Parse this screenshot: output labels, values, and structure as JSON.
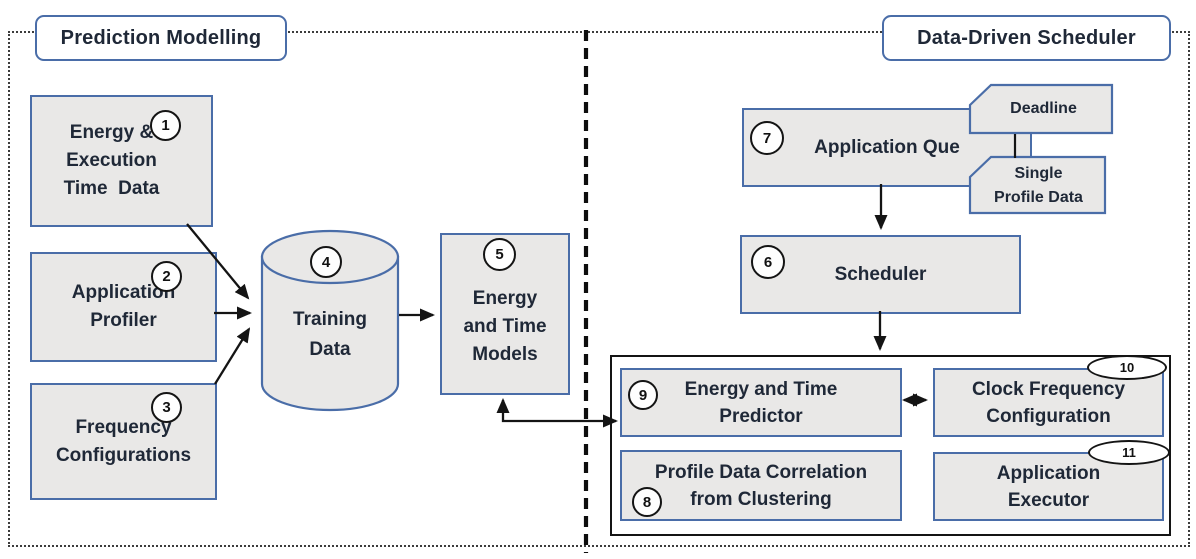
{
  "titles": {
    "left": "Prediction Modelling",
    "right": "Data-Driven Scheduler"
  },
  "boxes": {
    "box1": {
      "num": "1",
      "line1": "Energy &",
      "line2": "Execution",
      "line3": "Time  Data"
    },
    "box2": {
      "num": "2",
      "line1": "Application",
      "line2": "Profiler"
    },
    "box3": {
      "num": "3",
      "line1": "Frequency",
      "line2": "Configurations"
    },
    "box4": {
      "num": "4",
      "line1": "Training",
      "line2": "Data",
      "shape": "cylinder"
    },
    "box5": {
      "num": "5",
      "line1": "Energy",
      "line2": "and Time",
      "line3": "Models"
    },
    "box6": {
      "num": "6",
      "label": "Scheduler"
    },
    "box7": {
      "num": "7",
      "label": "Application Que"
    },
    "box8": {
      "num": "8",
      "line1": "Profile Data Correlation",
      "line2": "from Clustering"
    },
    "box9": {
      "num": "9",
      "line1": "Energy and Time",
      "line2": "Predictor"
    },
    "box10": {
      "num": "10",
      "line1": "Clock Frequency",
      "line2": "Configuration"
    },
    "box11": {
      "num": "11",
      "line1": "Application",
      "line2": "Executor"
    }
  },
  "tags": {
    "deadline": {
      "label": "Deadline"
    },
    "single_profile": {
      "line1": "Single",
      "line2": "Profile Data"
    }
  },
  "colors": {
    "node_border_blue": "#4a6da8",
    "node_fill_grey": "#e9e8e7",
    "text_dark": "#1f2837",
    "line_black": "#141414"
  }
}
